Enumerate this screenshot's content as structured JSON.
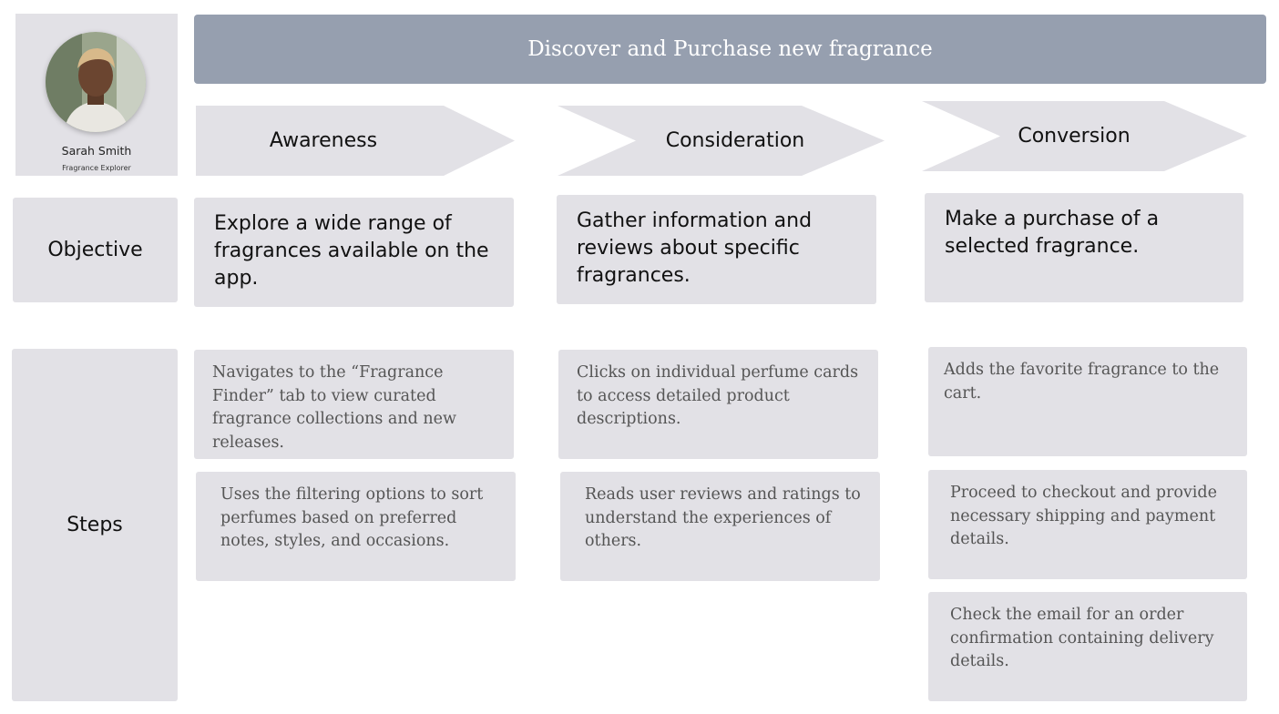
{
  "persona": {
    "name": "Sarah Smith",
    "role": "Fragrance Explorer"
  },
  "banner": {
    "title": "Discover and Purchase new fragrance"
  },
  "stages": [
    "Awareness",
    "Consideration",
    "Conversion"
  ],
  "rows": {
    "objective_label": "Objective",
    "steps_label": "Steps"
  },
  "objectives": [
    "Explore a wide range of fragrances available on the app.",
    "Gather information and reviews about specific fragrances.",
    "Make a purchase of a selected fragrance."
  ],
  "steps": {
    "awareness": [
      "Navigates to the “Fragrance Finder” tab to view curated fragrance collections and new releases.",
      "Uses the filtering options to sort perfumes based on preferred notes, styles, and occasions."
    ],
    "consideration": [
      "Clicks on individual perfume cards to access detailed product descriptions.",
      "Reads user reviews and ratings to understand the experiences of others."
    ],
    "conversion": [
      "Adds the favorite fragrance to the cart.",
      "Proceed to checkout and provide necessary shipping and payment details.",
      "Check the email for an order confirmation containing delivery details."
    ]
  },
  "colors": {
    "box": "#e2e1e6",
    "banner": "#969faf",
    "step_text": "#555555"
  },
  "icons": {
    "avatar": "avatar-photo"
  }
}
